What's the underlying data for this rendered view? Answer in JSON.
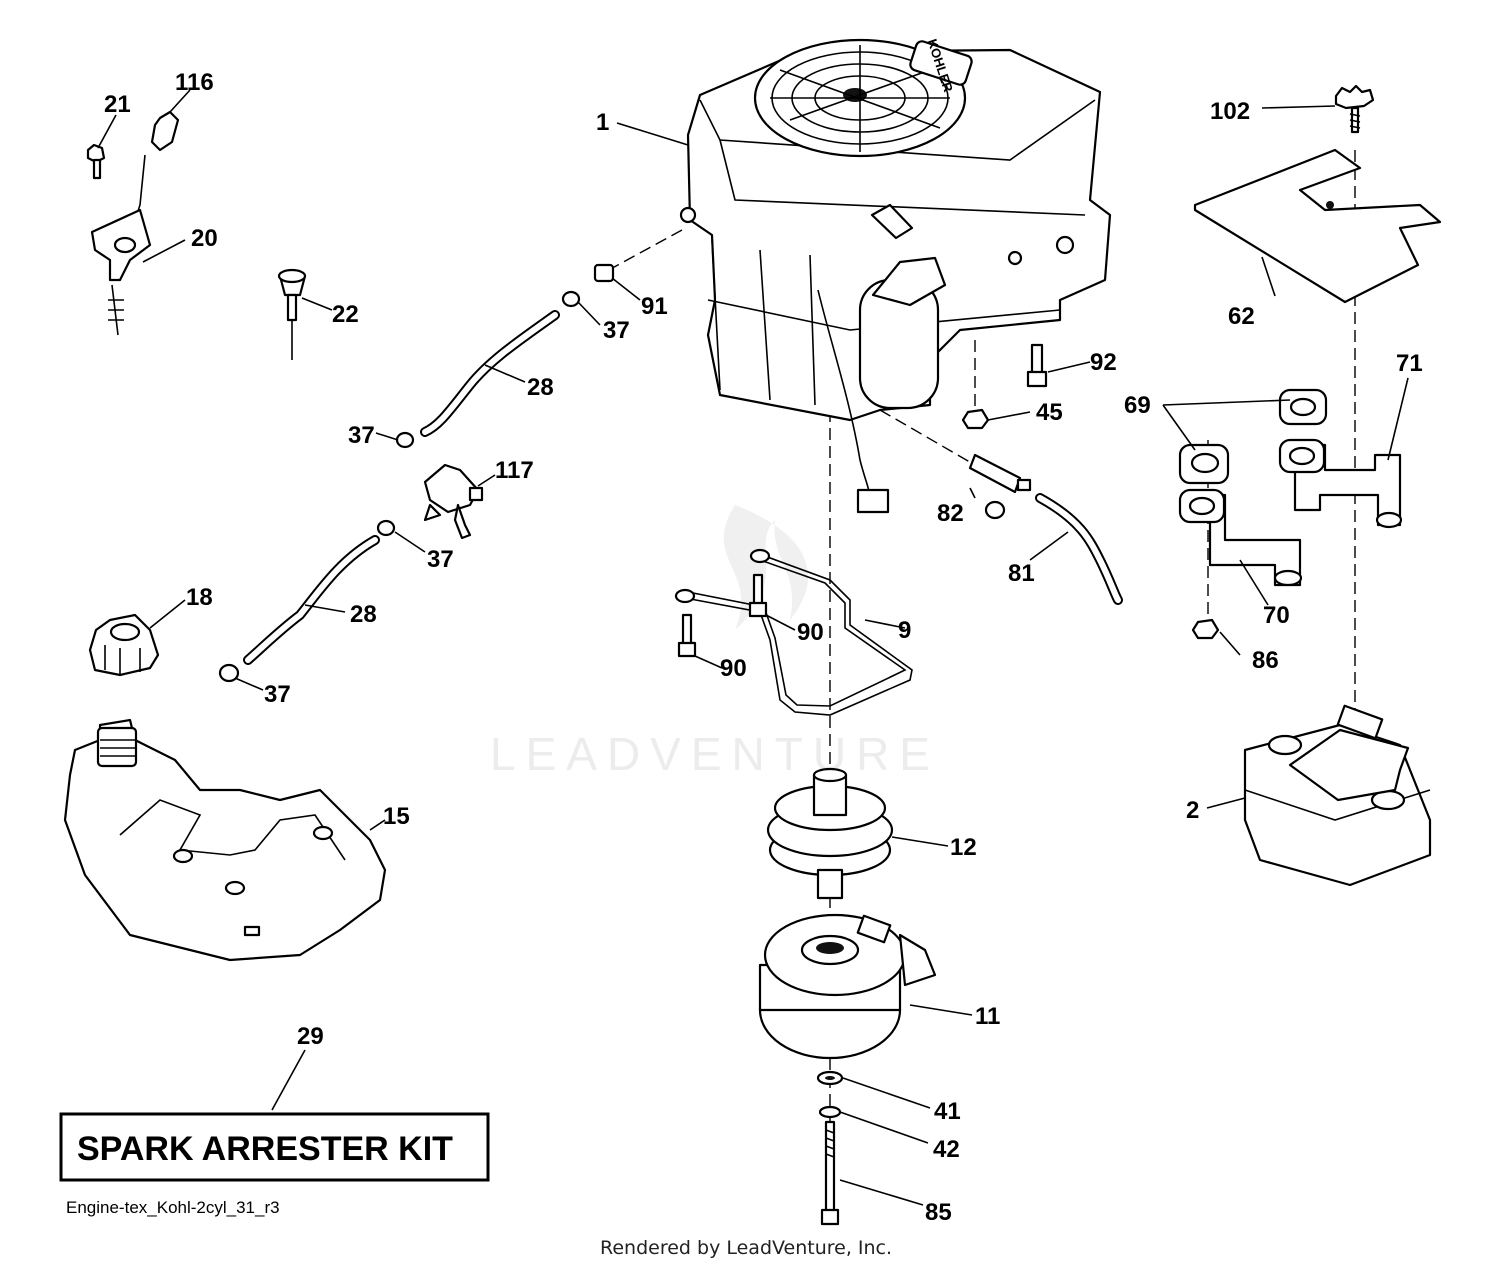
{
  "diagram": {
    "callouts": [
      "1",
      "2",
      "9",
      "11",
      "12",
      "15",
      "18",
      "20",
      "21",
      "22",
      "28",
      "28",
      "29",
      "37",
      "37",
      "37",
      "37",
      "41",
      "42",
      "45",
      "62",
      "69",
      "70",
      "71",
      "81",
      "82",
      "85",
      "86",
      "90",
      "90",
      "91",
      "92",
      "102",
      "116",
      "117"
    ],
    "kit_label": "SPARK ARRESTER KIT",
    "drawing_code": "Engine-tex_Kohl-2cyl_31_r3",
    "rendered_by": "Rendered by LeadVenture, Inc.",
    "watermark": "LEADVENTURE",
    "engine_logo": "KOHLER"
  }
}
